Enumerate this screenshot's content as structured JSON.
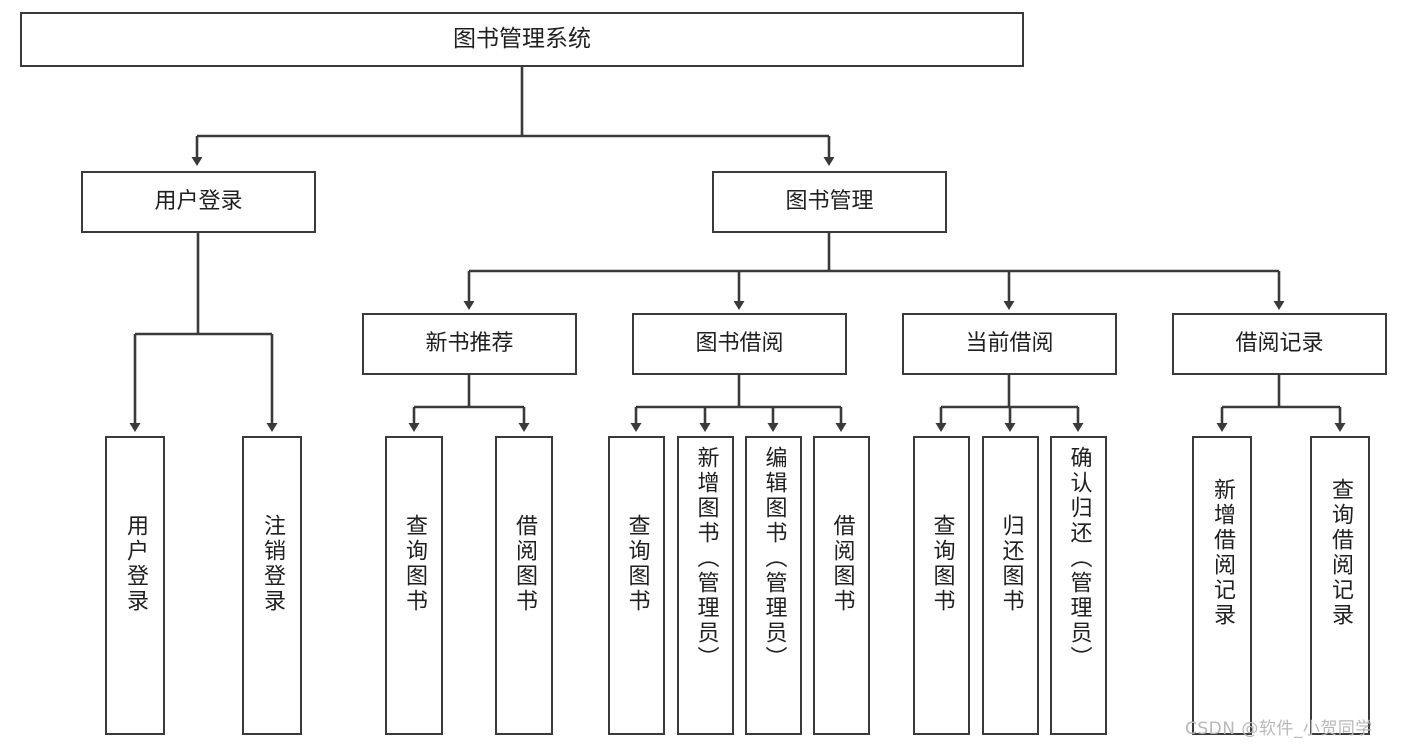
{
  "diagram": {
    "title_node": {
      "id": "root",
      "label": "图书管理系统",
      "orientation": "horizontal"
    },
    "level1": [
      {
        "id": "user-login",
        "label": "用户登录",
        "orientation": "horizontal"
      },
      {
        "id": "book-management",
        "label": "图书管理",
        "orientation": "horizontal"
      }
    ],
    "level2": [
      {
        "id": "new-book-recommend",
        "label": "新书推荐",
        "orientation": "horizontal"
      },
      {
        "id": "book-borrow",
        "label": "图书借阅",
        "orientation": "horizontal"
      },
      {
        "id": "current-borrow",
        "label": "当前借阅",
        "orientation": "horizontal"
      },
      {
        "id": "borrow-record",
        "label": "借阅记录",
        "orientation": "horizontal"
      }
    ],
    "leaves": [
      {
        "id": "leaf-user-login",
        "label": "用户登录",
        "parent": "user-login"
      },
      {
        "id": "leaf-user-logout",
        "label": "注销登录",
        "parent": "user-login"
      },
      {
        "id": "leaf-query-book-1",
        "label": "查询图书",
        "parent": "new-book-recommend"
      },
      {
        "id": "leaf-borrow-book-1",
        "label": "借阅图书",
        "parent": "new-book-recommend"
      },
      {
        "id": "leaf-query-book-2",
        "label": "查询图书",
        "parent": "book-borrow"
      },
      {
        "id": "leaf-add-book",
        "label": "新增图书（管理员）",
        "parent": "book-borrow"
      },
      {
        "id": "leaf-edit-book",
        "label": "编辑图书（管理员）",
        "parent": "book-borrow"
      },
      {
        "id": "leaf-borrow-book-2",
        "label": "借阅图书",
        "parent": "book-borrow"
      },
      {
        "id": "leaf-query-book-3",
        "label": "查询图书",
        "parent": "current-borrow"
      },
      {
        "id": "leaf-return-book",
        "label": "归还图书",
        "parent": "current-borrow"
      },
      {
        "id": "leaf-confirm-return",
        "label": "确认归还（管理员）",
        "parent": "current-borrow"
      },
      {
        "id": "leaf-add-record",
        "label": "新增借阅记录",
        "parent": "borrow-record"
      },
      {
        "id": "leaf-query-record",
        "label": "查询借阅记录",
        "parent": "borrow-record"
      }
    ],
    "colors": {
      "box_border": "#3a3a3a",
      "box_fill": "#ffffff",
      "edge": "#3a3a3a",
      "text": "#1f1f1f",
      "watermark": "#b8b8b8"
    }
  },
  "watermark": {
    "text": "CSDN @软件_小贺同学"
  }
}
